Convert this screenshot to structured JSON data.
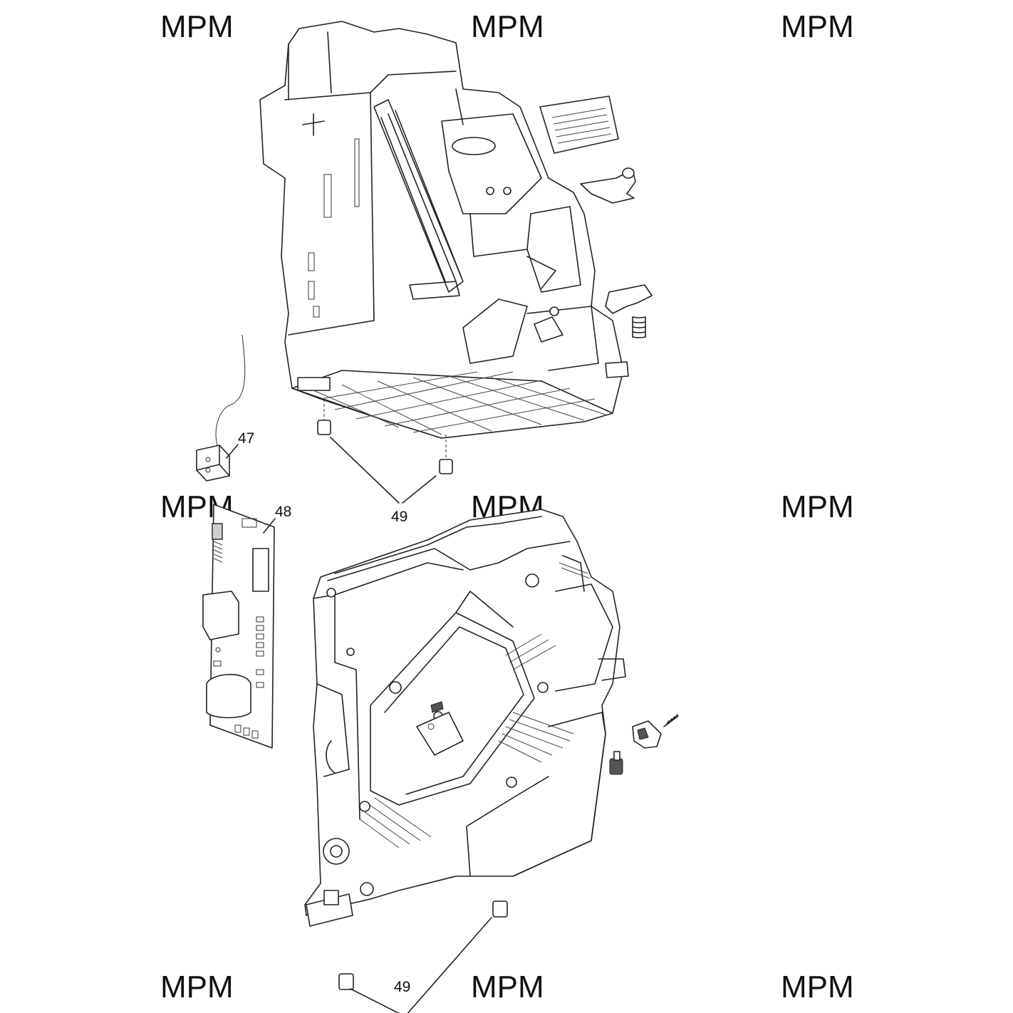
{
  "watermarks": [
    "MPM",
    "MPM",
    "MPM",
    "MPM",
    "MPM",
    "MPM",
    "MPM",
    "MPM",
    "MPM"
  ],
  "callouts": {
    "part_47": "47",
    "part_48": "48",
    "part_49_upper": "49",
    "part_49_lower": "49"
  },
  "colors": {
    "line": "#222222",
    "background": "#ffffff"
  }
}
